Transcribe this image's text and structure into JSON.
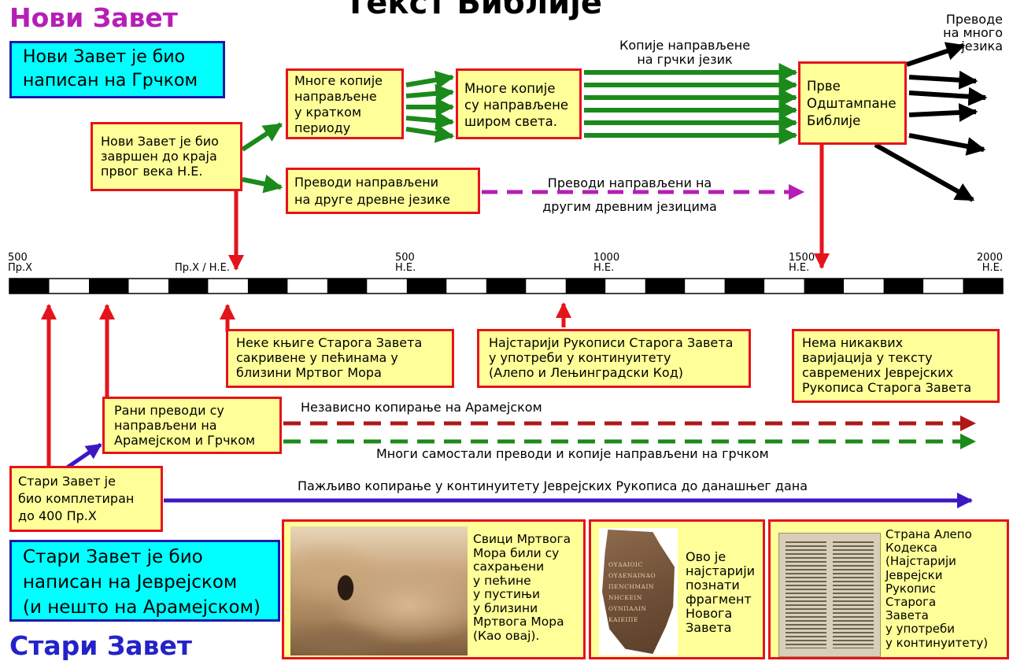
{
  "headings": {
    "title_fragment": "Текст Библије",
    "new_testament": "Нови Завет",
    "old_testament": "Стари Завет"
  },
  "colors": {
    "new_testament_heading": "#b51fb5",
    "old_testament_heading": "#2323c8",
    "box_fill": "#ffff99",
    "box_border": "#e4141b",
    "info_box_fill": "#00ffff",
    "info_box_border": "#1a1aa8",
    "green_arrow": "#1b8a1b",
    "red_arrow": "#e4141b",
    "purple_arrow": "#b51fb5",
    "indigo_arrow": "#3d17c4",
    "dark_red_arrow": "#b01818"
  },
  "info_boxes": {
    "nt_written": [
      "Нови Завет је био",
      "написан на Грчком"
    ],
    "ot_written": [
      "Стари Завет је био",
      "написан на Јеврејском",
      "(и нешто на Арамејском)"
    ]
  },
  "new_testament": {
    "nt_complete": [
      "Нови Завет је био",
      "завршен до краја",
      "првог века Н.Е."
    ],
    "copies_short": [
      "Многе копије",
      "направљене",
      "у кратком",
      "периоду"
    ],
    "copies_world": [
      "Многе копије",
      "су направљене",
      "широм света."
    ],
    "printed_bibles": [
      "Прве",
      "Одштампане",
      "Библије"
    ],
    "ancient_translations": [
      "Преводи направљени",
      "на друге древне језике"
    ],
    "label_greek_copies": [
      "Копије направљене",
      "на грчки језик"
    ],
    "label_ancient_translations": [
      "Преводи направљени на",
      "другим древним језицима"
    ],
    "label_many_languages": [
      "Преводе",
      "на много",
      "језика"
    ]
  },
  "timeline": {
    "ticks": [
      {
        "year": "500",
        "era": "Пр.Х"
      },
      {
        "year": "",
        "era": "Пр.Х / Н.Е."
      },
      {
        "year": "500",
        "era": "Н.Е."
      },
      {
        "year": "1000",
        "era": "Н.Е."
      },
      {
        "year": "1500",
        "era": "Н.Е."
      },
      {
        "year": "2000",
        "era": "Н.Е."
      }
    ]
  },
  "old_testament": {
    "dead_sea_hidden": [
      "Неке књиге Старога Завета",
      "сакривене у пећинама у",
      "близини Мртвог Мора"
    ],
    "oldest_manuscripts": [
      "Најстарији Рукописи Старога Завета",
      "у употреби у континуитету",
      "(Алепо и Лењинградски Код)"
    ],
    "no_variations": [
      "Нема никаквих",
      "варијација у тексту",
      "савремених Јеврејских",
      "Рукописа Старога Завета"
    ],
    "early_translations": [
      "Рани преводи су",
      "направљени на",
      "Арамејском и Грчком"
    ],
    "ot_complete": [
      "Стари Завет је",
      "био комплетиран",
      "до 400 Пр.Х"
    ],
    "label_aramaic": "Независно копирање на Арамејском",
    "label_greek": "Многи самостали преводи и копије направљени на грчком",
    "label_careful": "Пажљиво копирање у континуитету Јеврејских Рукописа до данашњег дана"
  },
  "photos": {
    "qumran_caption": [
      "Свици Мртвога",
      "Мора били су",
      "сахрањени",
      "у пећине",
      "у пустињи",
      "у близини",
      "Мртвога Мора",
      "(Као овај)."
    ],
    "fragment_caption": [
      "Ово је",
      "најстарији",
      "познати",
      "фрагмент",
      "Новога",
      "Завета"
    ],
    "fragment_text": [
      "ΟΥΔΑΙΟΙϹ",
      "ΟΥΔΕΝΑΙΝΑΟ",
      "ΠΕΝϹΗΜΑΙΝ",
      "ΝΗϹΚΕΙΝ",
      "ΟΥΝΠΑΛΙΝ",
      "ΚΑΙΕΙΠΕ"
    ],
    "aleppo_caption": [
      "Страна Алепо",
      "Кодекса",
      "(Најстарији",
      "Јеврејски",
      "Рукопис",
      "Старога",
      "Завета",
      "у употреби",
      "у континуитету)"
    ]
  }
}
